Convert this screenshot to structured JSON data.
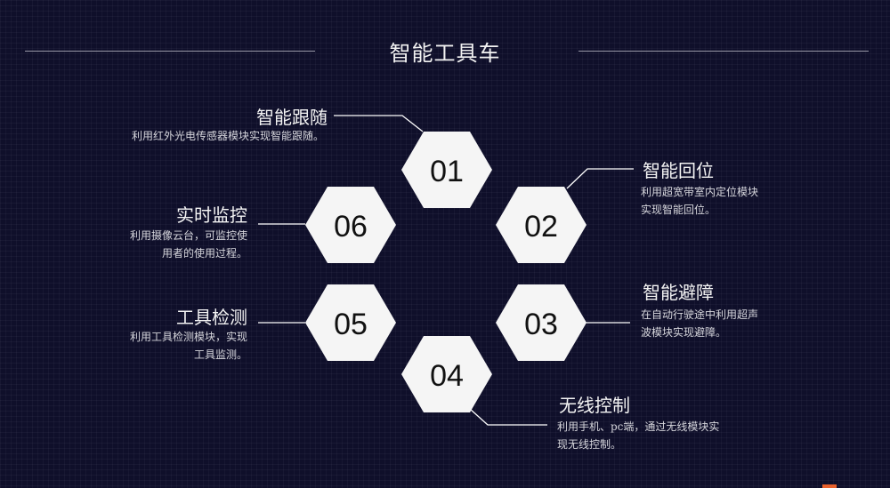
{
  "slide": {
    "title": "智能工具车"
  },
  "features": [
    {
      "num": "01",
      "title": "智能跟随",
      "desc": [
        "利用红外光电传感器模块实现智能跟随。"
      ]
    },
    {
      "num": "02",
      "title": "智能回位",
      "desc": [
        "利用超宽带室内定位模块",
        "实现智能回位。"
      ]
    },
    {
      "num": "03",
      "title": "智能避障",
      "desc": [
        "在自动行驶途中利用超声",
        "波模块实现避障。"
      ]
    },
    {
      "num": "04",
      "title": "无线控制",
      "desc": [
        "利用手机、pc端，通过无线模块实",
        "现无线控制。"
      ]
    },
    {
      "num": "05",
      "title": "工具检测",
      "desc": [
        "利用工具检测模块，实现",
        "工具监测。"
      ]
    },
    {
      "num": "06",
      "title": "实时监控",
      "desc": [
        "利用摄像云台，可监控使",
        "用者的使用过程。"
      ]
    }
  ],
  "colors": {
    "background": "#0f0f2a",
    "hexagon": "#f5f5f5",
    "connector": "#ffffff",
    "accent": "#e8612c"
  }
}
